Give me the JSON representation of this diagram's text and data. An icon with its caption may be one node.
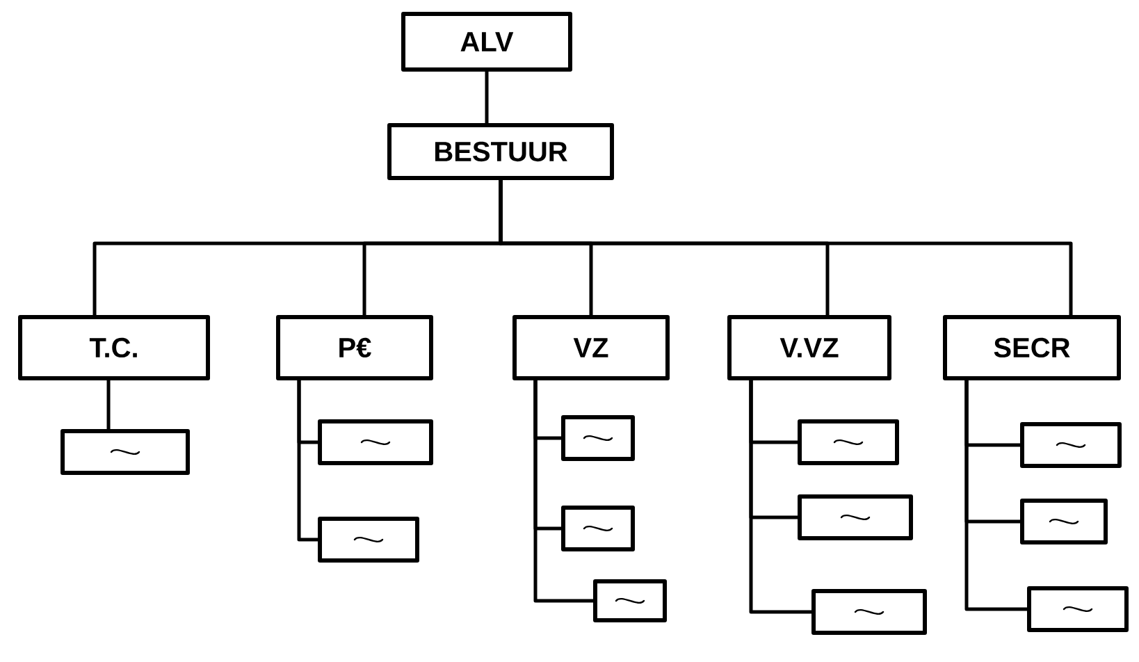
{
  "diagram": {
    "nodes": [
      {
        "text": [
          "ALV"
        ]
      },
      {
        "text": [
          "BESTUUR"
        ]
      },
      {
        "text": [
          "T.C."
        ]
      },
      {
        "text": [
          "P€"
        ]
      },
      {
        "text": [
          "VZ"
        ]
      },
      {
        "text": [
          "V.VZ"
        ]
      },
      {
        "text": [
          "SECR"
        ]
      },
      {
        "text": [],
        "shape": "box"
      },
      {
        "text": [],
        "shape": "box"
      },
      {
        "text": [],
        "shape": "box"
      },
      {
        "text": [],
        "shape": "box"
      },
      {
        "text": [],
        "shape": "box"
      },
      {
        "text": [],
        "shape": "box"
      },
      {
        "text": [],
        "shape": "box"
      },
      {
        "text": [],
        "shape": "box"
      },
      {
        "text": [],
        "shape": "box"
      },
      {
        "text": [],
        "shape": "box"
      },
      {
        "text": [],
        "shape": "box"
      },
      {
        "text": [],
        "shape": "box"
      }
    ],
    "edges": [
      {
        "from": 0,
        "to": 1,
        "arrow": "none"
      },
      {
        "from": 1,
        "to": 2,
        "arrow": "none"
      },
      {
        "from": 1,
        "to": 3,
        "arrow": "none"
      },
      {
        "from": 1,
        "to": 4,
        "arrow": "none"
      },
      {
        "from": 1,
        "to": 5,
        "arrow": "none"
      },
      {
        "from": 1,
        "to": 6,
        "arrow": "none"
      },
      {
        "from": 2,
        "to": 7,
        "arrow": "none"
      },
      {
        "from": 3,
        "to": 8,
        "arrow": "none"
      },
      {
        "from": 3,
        "to": 9,
        "arrow": "none"
      },
      {
        "from": 4,
        "to": 10,
        "arrow": "none"
      },
      {
        "from": 4,
        "to": 11,
        "arrow": "none"
      },
      {
        "from": 4,
        "to": 12,
        "arrow": "none"
      },
      {
        "from": 5,
        "to": 13,
        "arrow": "none"
      },
      {
        "from": 5,
        "to": 14,
        "arrow": "none"
      },
      {
        "from": 5,
        "to": 15,
        "arrow": "none"
      },
      {
        "from": 6,
        "to": 16,
        "arrow": "none"
      },
      {
        "from": 6,
        "to": 17,
        "arrow": "none"
      },
      {
        "from": 6,
        "to": 18,
        "arrow": "none"
      }
    ]
  }
}
